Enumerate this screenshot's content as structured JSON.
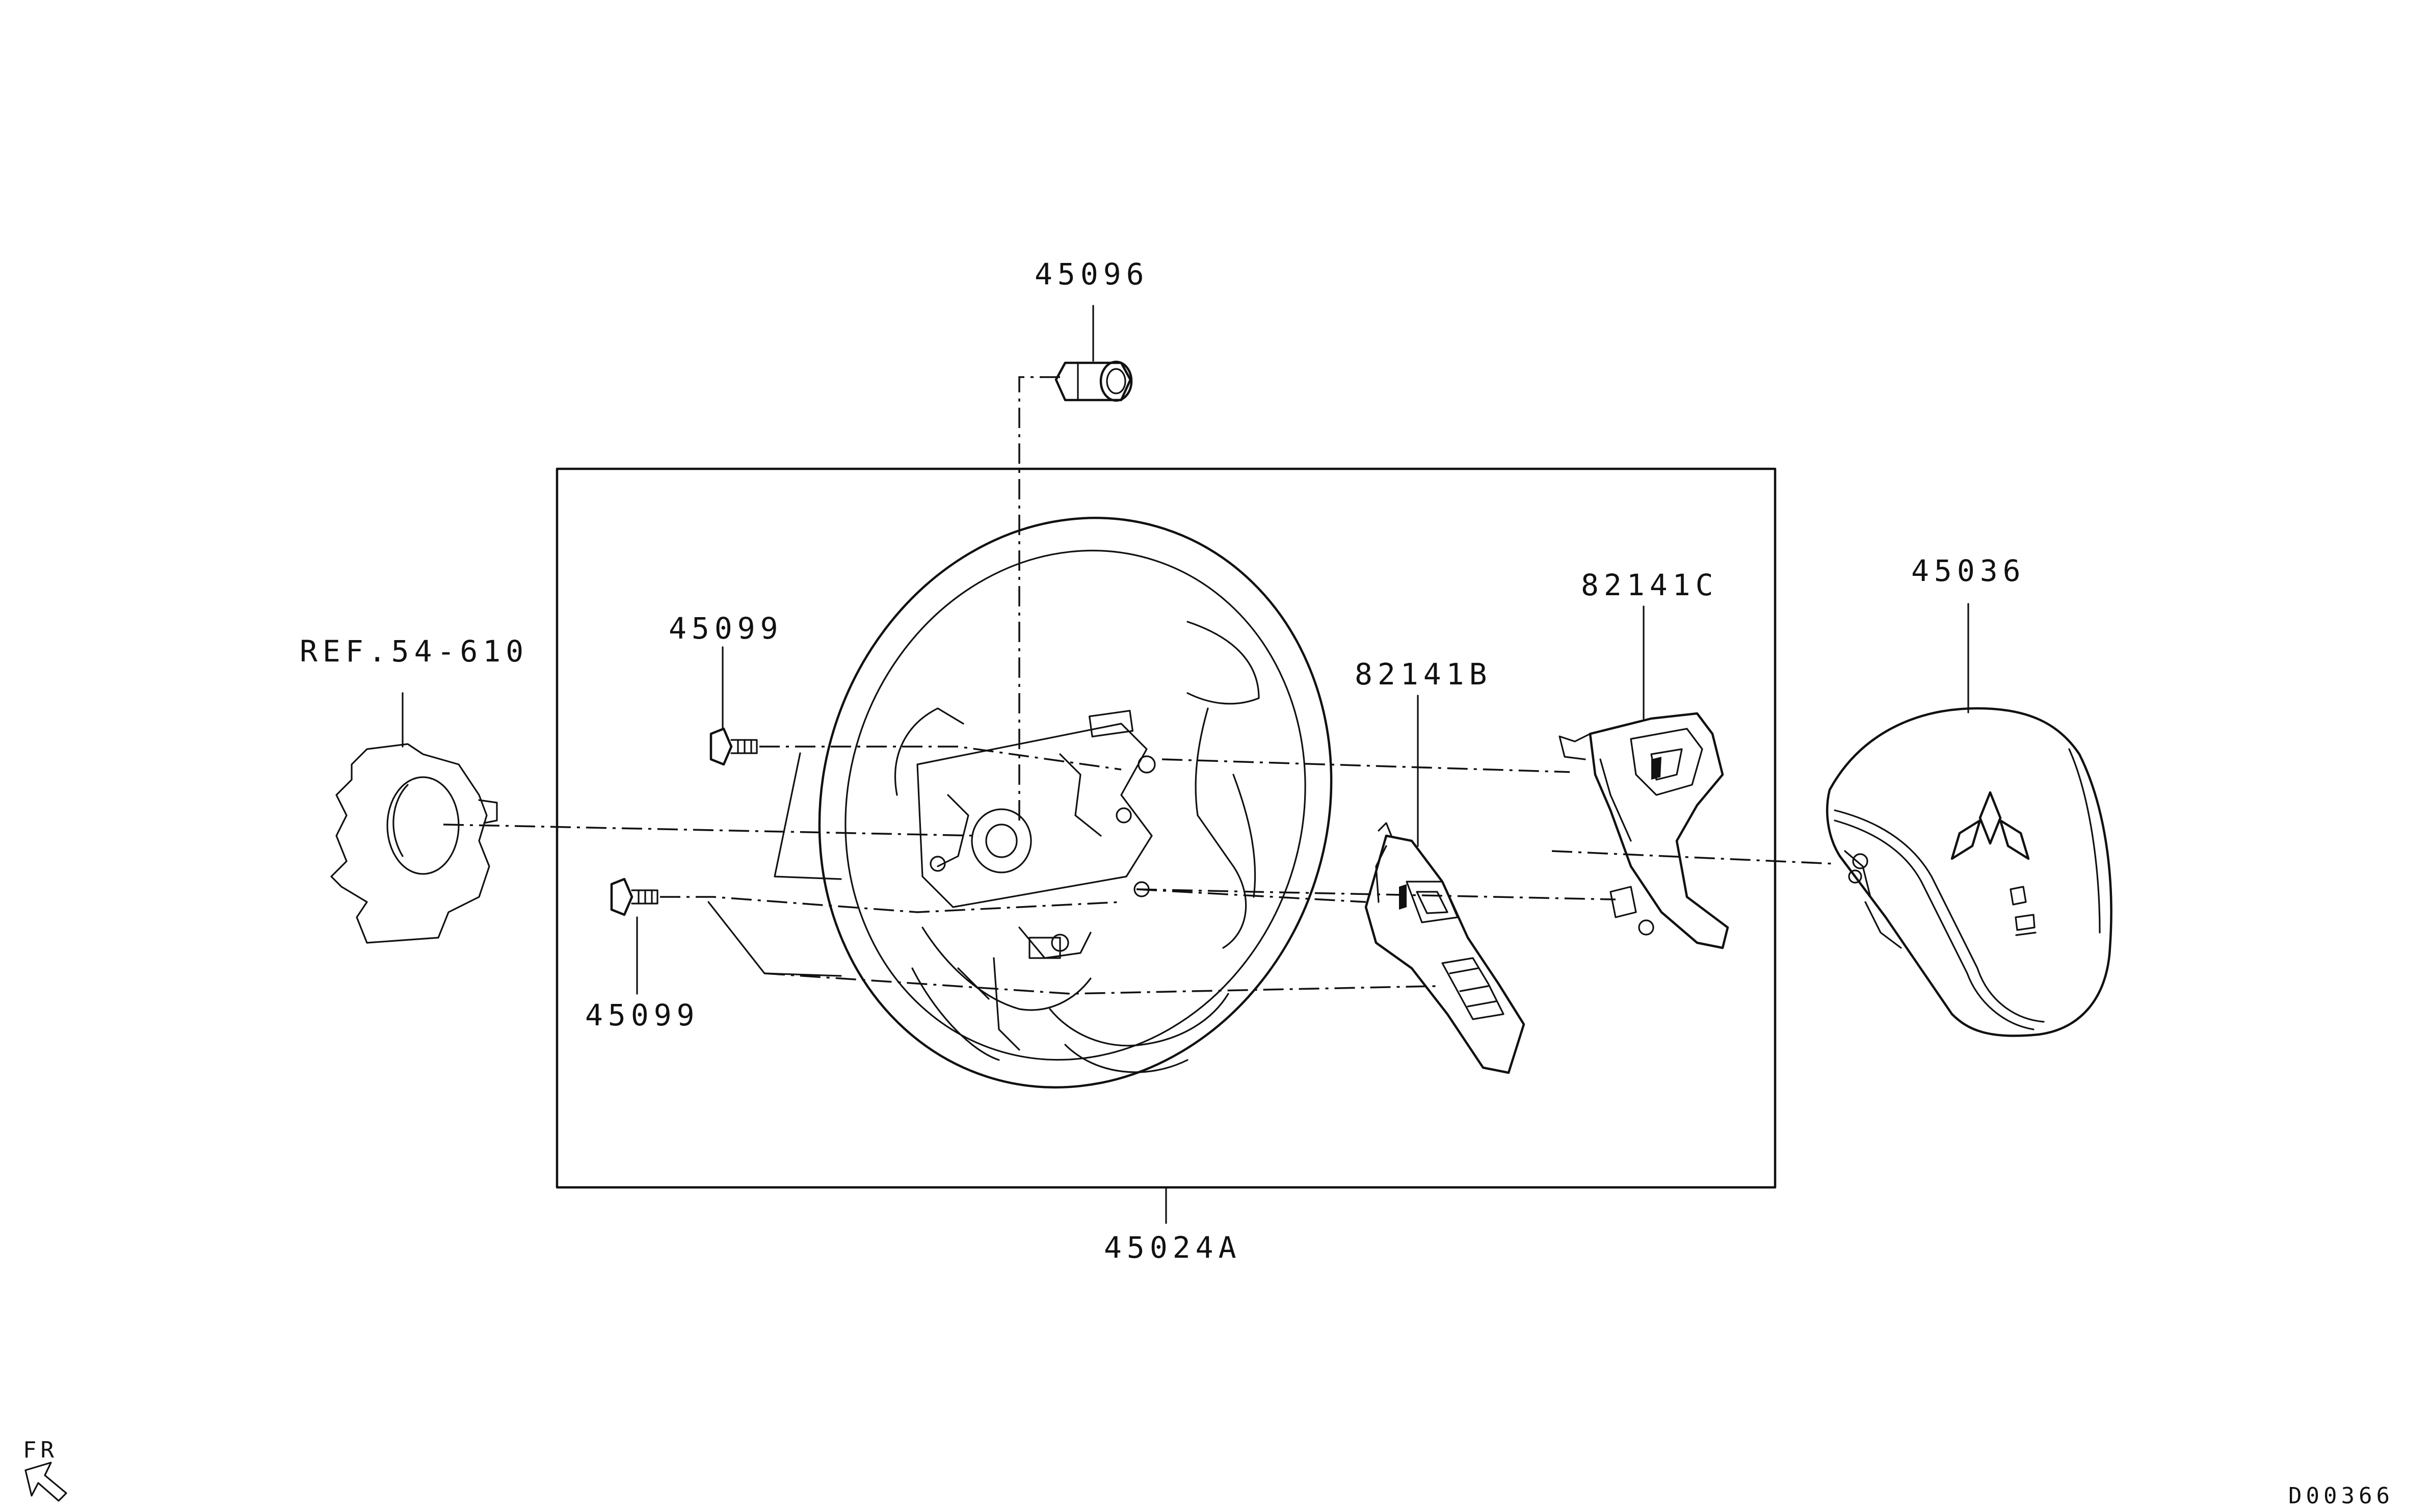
{
  "labels": {
    "nut": "45096",
    "bolt_upper": "45099",
    "bolt_lower": "45099",
    "clock_spring_ref": "REF.54-610",
    "switch_left": "82141B",
    "switch_right": "82141C",
    "airbag_module": "45036",
    "steering_wheel": "45024A",
    "front_indicator": "FR",
    "diagram_code": "D00366"
  },
  "icons": {
    "front_arrow": "arrow-icon",
    "brand_logo": "three-diamond-logo-icon"
  }
}
